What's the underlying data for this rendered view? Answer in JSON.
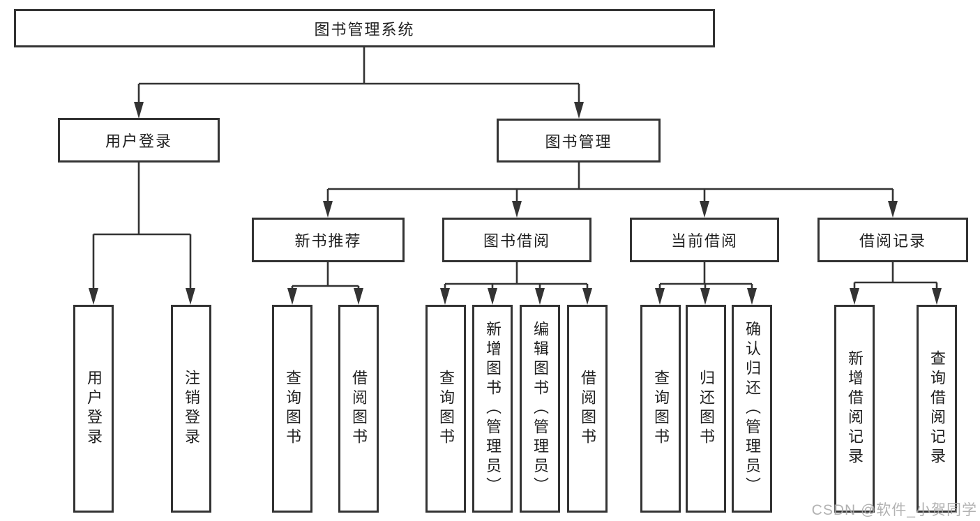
{
  "diagram": {
    "title": "图书管理系统",
    "level2": [
      {
        "label": "用户登录",
        "children": [
          {
            "label": "用户登录"
          },
          {
            "label": "注销登录"
          }
        ]
      },
      {
        "label": "图书管理",
        "children": [
          {
            "label": "新书推荐",
            "children": [
              {
                "label": "查询图书"
              },
              {
                "label": "借阅图书"
              }
            ]
          },
          {
            "label": "图书借阅",
            "children": [
              {
                "label": "查询图书"
              },
              {
                "label": "新增图书（管理员）"
              },
              {
                "label": "编辑图书（管理员）"
              },
              {
                "label": "借阅图书"
              }
            ]
          },
          {
            "label": "当前借阅",
            "children": [
              {
                "label": "查询图书"
              },
              {
                "label": "归还图书"
              },
              {
                "label": "确认归还（管理员）"
              }
            ]
          },
          {
            "label": "借阅记录",
            "children": [
              {
                "label": "新增借阅记录"
              },
              {
                "label": "查询借阅记录"
              }
            ]
          }
        ]
      }
    ]
  },
  "watermark": {
    "text": "CSDN @软件_小贺同学"
  },
  "colors": {
    "line": "#333333",
    "text": "#1f1f1f",
    "background": "#ffffff",
    "watermark": "#aaaaaa"
  }
}
